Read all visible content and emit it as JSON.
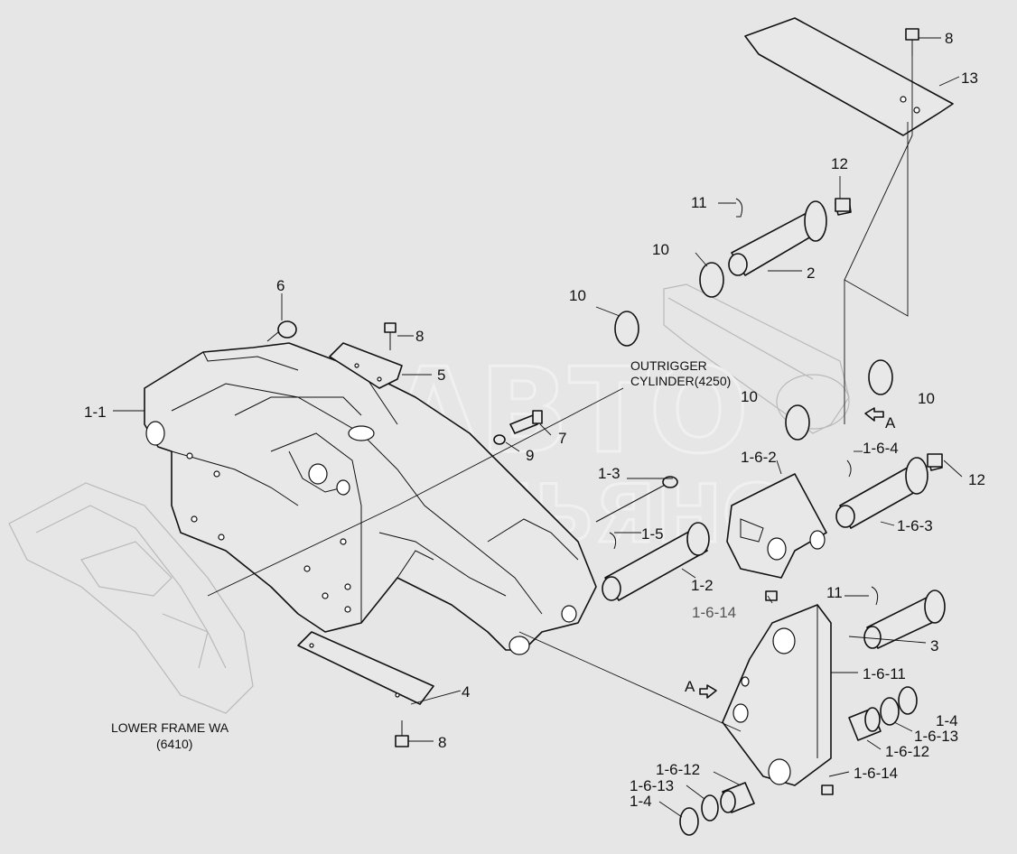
{
  "watermark": {
    "line1": "АВТО",
    "line2": "АЛЬЯНС"
  },
  "notes": {
    "outrigger_line1": "OUTRIGGER",
    "outrigger_line2": "CYLINDER(4250)",
    "lower_frame_line1": "LOWER FRAME WA",
    "lower_frame_line2": "(6410)"
  },
  "view_marker": "A",
  "callouts": {
    "c_1_1": "1-1",
    "c_1_2": "1-2",
    "c_1_3": "1-3",
    "c_1_4a": "1-4",
    "c_1_4b": "1-4",
    "c_1_5": "1-5",
    "c_1_6_2": "1-6-2",
    "c_1_6_3": "1-6-3",
    "c_1_6_4": "1-6-4",
    "c_1_6_11": "1-6-11",
    "c_1_6_12a": "1-6-12",
    "c_1_6_12b": "1-6-12",
    "c_1_6_13a": "1-6-13",
    "c_1_6_13b": "1-6-13",
    "c_1_6_14a": "1-6-14",
    "c_1_6_14b": "1-6-14",
    "c_2": "2",
    "c_3": "3",
    "c_4": "4",
    "c_5": "5",
    "c_6": "6",
    "c_7": "7",
    "c_8a": "8",
    "c_8b": "8",
    "c_8c": "8",
    "c_9": "9",
    "c_10a": "10",
    "c_10b": "10",
    "c_10c": "10",
    "c_10d": "10",
    "c_11a": "11",
    "c_11b": "11",
    "c_12a": "12",
    "c_12b": "12",
    "c_13": "13"
  }
}
